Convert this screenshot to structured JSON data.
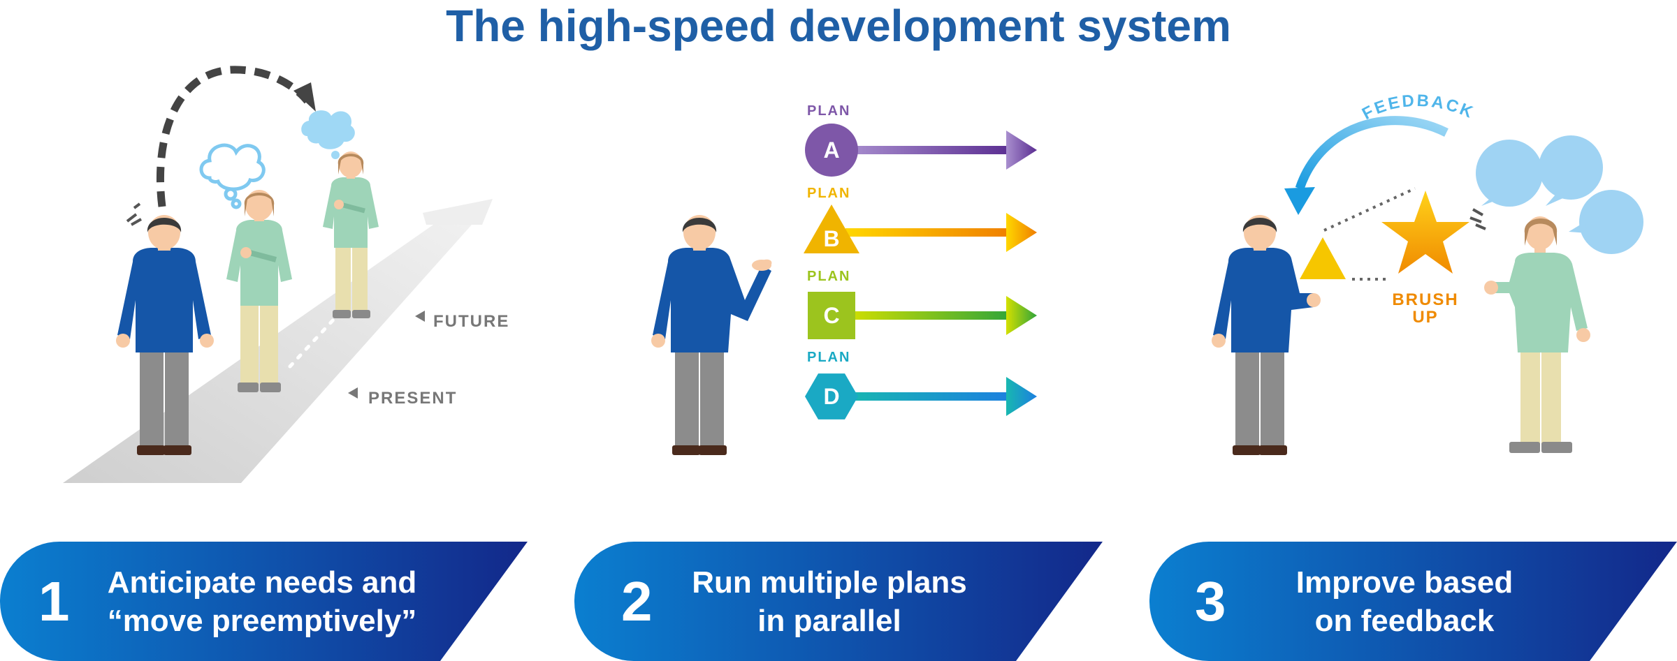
{
  "title": "The high-speed development system",
  "labels": {
    "future": "FUTURE",
    "present": "PRESENT",
    "plan": "PLAN",
    "feedback": "FEEDBACK",
    "brush_up_1": "BRUSH",
    "brush_up_2": "UP"
  },
  "plans": [
    {
      "letter": "A",
      "color": "#7e57a8",
      "shape": "circle"
    },
    {
      "letter": "B",
      "color": "#f0b400",
      "shape": "triangle"
    },
    {
      "letter": "C",
      "color": "#9cc41e",
      "shape": "square"
    },
    {
      "letter": "D",
      "color": "#1aa9c4",
      "shape": "hexagon"
    }
  ],
  "steps": [
    {
      "number": "1",
      "line1": "Anticipate needs and",
      "line2": "“move preemptively”"
    },
    {
      "number": "2",
      "line1": "Run multiple plans",
      "line2": "in parallel"
    },
    {
      "number": "3",
      "line1": "Improve based",
      "line2": "on feedback"
    }
  ],
  "colors": {
    "title_blue": "#1f5fa6",
    "banner_start": "#0b7fd0",
    "banner_end": "#13288a",
    "jacket_blue": "#1556a8",
    "shirt_green": "#9ed4b8",
    "pants_gray": "#8a8a8a",
    "pants_beige": "#e8dfae"
  }
}
